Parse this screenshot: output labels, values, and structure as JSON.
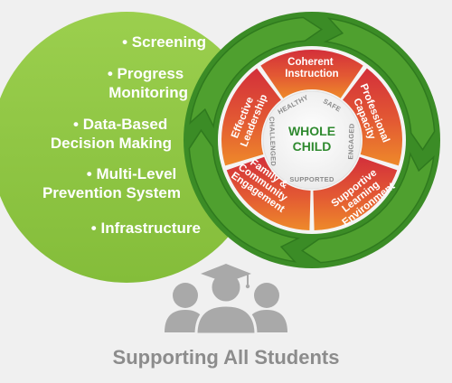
{
  "colors": {
    "background": "#f0f0f0",
    "light_green": "#8dc63f",
    "dark_green": "#3b8c26",
    "arrow_green": "#4fa02f",
    "segment_top": "#d32f3a",
    "segment_bottom": "#ee8a2a",
    "center_text": "#2f8a2f",
    "people_gray": "#a9a9a9",
    "footer_text": "#8c8c8c"
  },
  "left_list": {
    "items": [
      {
        "lines": [
          "• Screening"
        ]
      },
      {
        "lines": [
          "• Progress",
          "Monitoring"
        ]
      },
      {
        "lines": [
          "• Data-Based",
          "Decision Making"
        ]
      },
      {
        "lines": [
          "• Multi-Level",
          "Prevention System"
        ]
      },
      {
        "lines": [
          "• Infrastructure"
        ]
      }
    ]
  },
  "ring_segments": [
    {
      "lines": [
        "Coherent",
        "Instruction"
      ]
    },
    {
      "lines": [
        "Professional",
        "Capacity"
      ]
    },
    {
      "lines": [
        "Supportive",
        "Learning",
        "Environment"
      ]
    },
    {
      "lines": [
        "Family &",
        "Community",
        "Engagement"
      ]
    },
    {
      "lines": [
        "Effective",
        "Leadership"
      ]
    }
  ],
  "inner_ring_words": [
    "HEALTHY",
    "SAFE",
    "ENGAGED",
    "SUPPORTED",
    "CHALLENGED"
  ],
  "center": {
    "line1": "WHOLE",
    "line2": "CHILD"
  },
  "icons": {
    "people": "people-group-icon",
    "cap": "graduation-cap-icon"
  },
  "footer": {
    "title": "Supporting All Students"
  }
}
